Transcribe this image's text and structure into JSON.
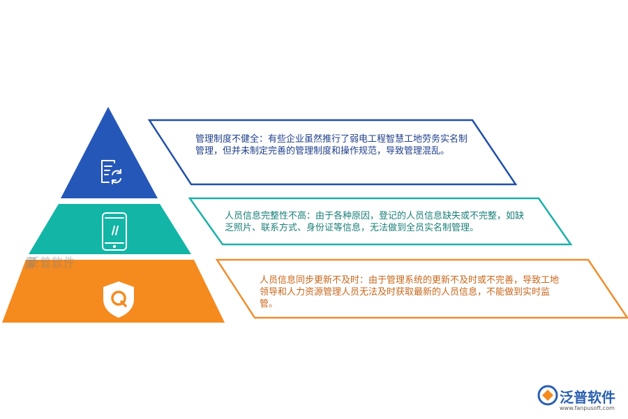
{
  "tiers": [
    {
      "color": "#2557b8",
      "border_color": "#1f4fa8",
      "icon": "document-refresh-icon",
      "text": "管理制度不健全：有些企业虽然推行了弱电工程智慧工地劳务实名制管理，但并未制定完善的管理制度和操作规范，导致管理混乱。"
    },
    {
      "color": "#13b5a6",
      "border_color": "#1bb0a8",
      "icon": "tablet-icon",
      "text": "人员信息完整性不高：由于各种原因，登记的人员信息缺失或不完整，如缺乏照片、联系方式、身份证等信息，无法做到全员实名制管理。"
    },
    {
      "color": "#f58a1f",
      "border_color": "#f08c2a",
      "icon": "shield-q-icon",
      "text": "人员信息同步更新不及时：由于管理系统的更新不及时或不完善，导致工地领导和人力资源管理人员无法及时获取最新的人员信息，不能做到实时监管。"
    }
  ],
  "watermark": {
    "brand": "泛普软件",
    "sub": "FANPUSOFT.COM"
  },
  "logo": {
    "brand": "泛普软件",
    "url": "www.fanpusoft.com",
    "color": "#2a5fb0"
  }
}
